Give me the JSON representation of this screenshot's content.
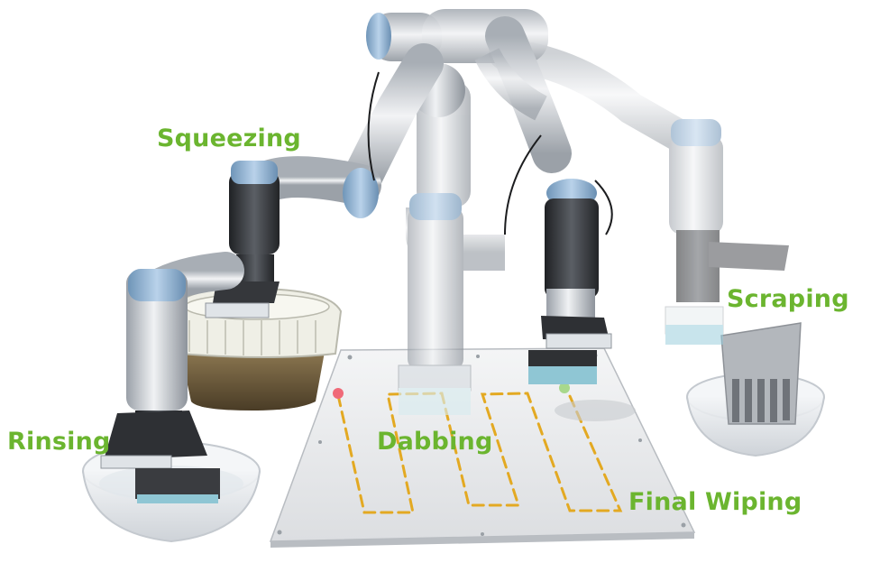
{
  "labels": {
    "squeezing": "Squeezing",
    "scraping": "Scraping",
    "rinsing": "Rinsing",
    "dabbing": "Dabbing",
    "final_wiping": "Final Wiping"
  },
  "colors": {
    "label_green": "#6bb52f",
    "path_yellow": "#e3a922",
    "start_marker": "#f06a78",
    "end_marker": "#a8d88c",
    "robot_cap_blue": "#8fb5d8",
    "robot_joint_gray": "#c7cbd1",
    "robot_dark": "#3a3c40",
    "sponge_blue": "#7fb8c8",
    "platform": "#e9eaec",
    "basket": "#eeeee4",
    "dirty_water": "#6b5a3c"
  }
}
